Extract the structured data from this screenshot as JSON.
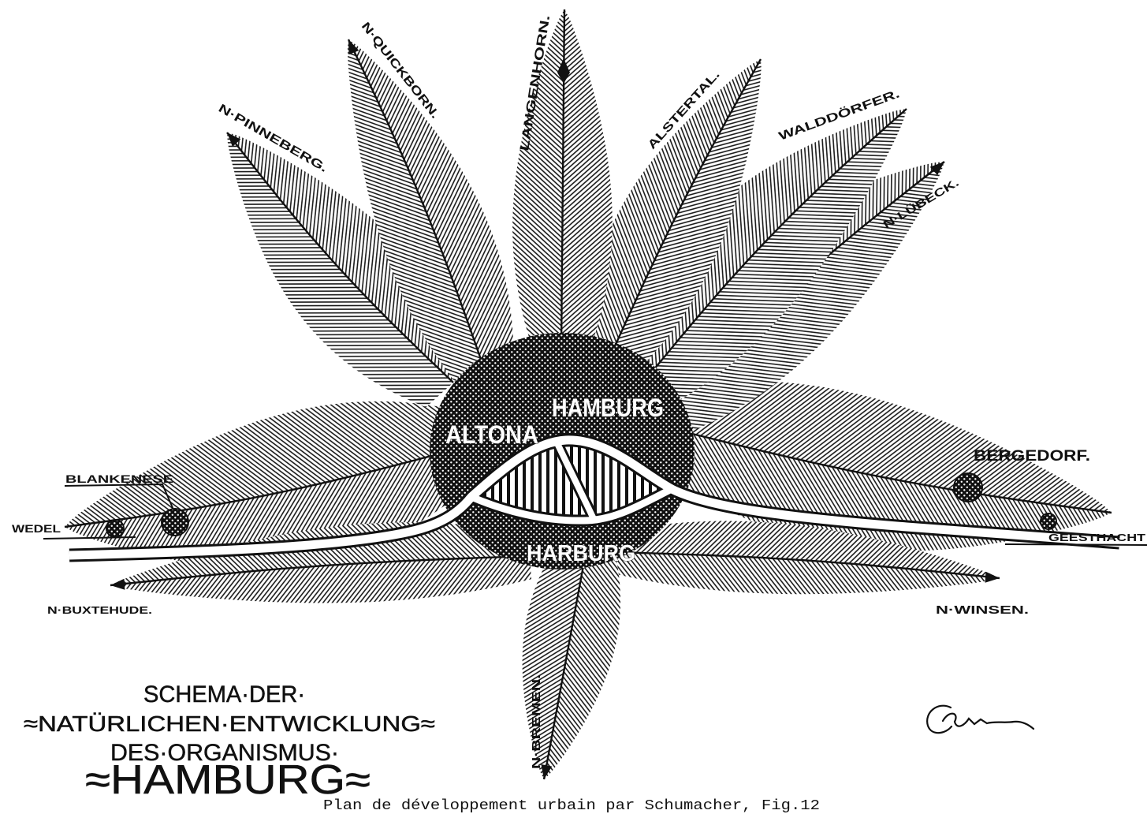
{
  "title_block": {
    "line1": "SCHEMA·DER·",
    "line2": "≈NATÜRLICHEN·ENTWICKLUNG≈",
    "line3": "DES·ORGANISMUS·",
    "line4": "≈HAMBURG≈"
  },
  "centre": {
    "hamburg": "HAMBURG",
    "altona": "ALTONA",
    "harburg": "HARBURG"
  },
  "directions": {
    "quickborn": "N·QUICKBORN.",
    "pinneberg": "N·PINNEBERG.",
    "langenhorn": "LANGENHORN.",
    "alstertal": "ALSTERTAL.",
    "walddorfer": "WALDDÖRFER.",
    "lubeck": "N·LÜBECK.",
    "buxtehude": "N·BUXTEHUDE.",
    "winsen": "N·WINSEN.",
    "bremen": "N·BREMEN."
  },
  "places": {
    "bergedorf": "BERGEDORF.",
    "blankenese": "BLANKENESE",
    "wedel": "WEDEL",
    "geesthacht": "GEESTHACHT"
  },
  "signature": "Schumacher",
  "caption": "Plan de développement urbain par Schumacher, Fig.12",
  "colors": {
    "ink": "#111111",
    "paper": "#ffffff"
  }
}
